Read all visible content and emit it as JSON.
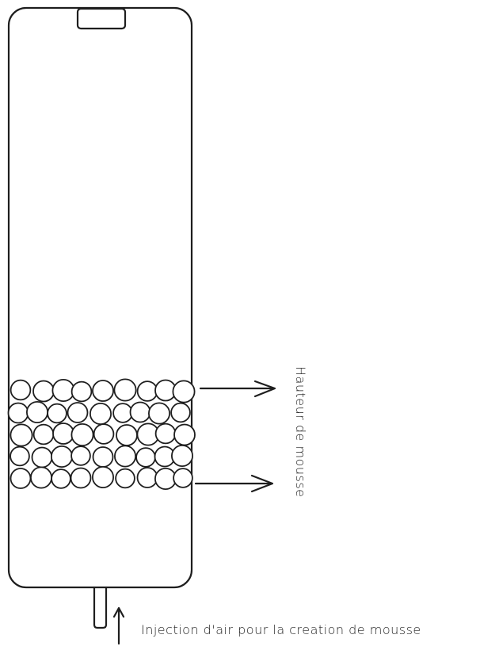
{
  "labels": {
    "foam_height": "Hauteur de mousse",
    "air_injection": "Injection d'air pour la creation de mousse"
  },
  "components": {
    "column": "foam-column",
    "cap": "column-cap",
    "inlet": "air-inlet-tube"
  },
  "colors": {
    "stroke": "#1e1e1e",
    "background": "#ffffff"
  }
}
